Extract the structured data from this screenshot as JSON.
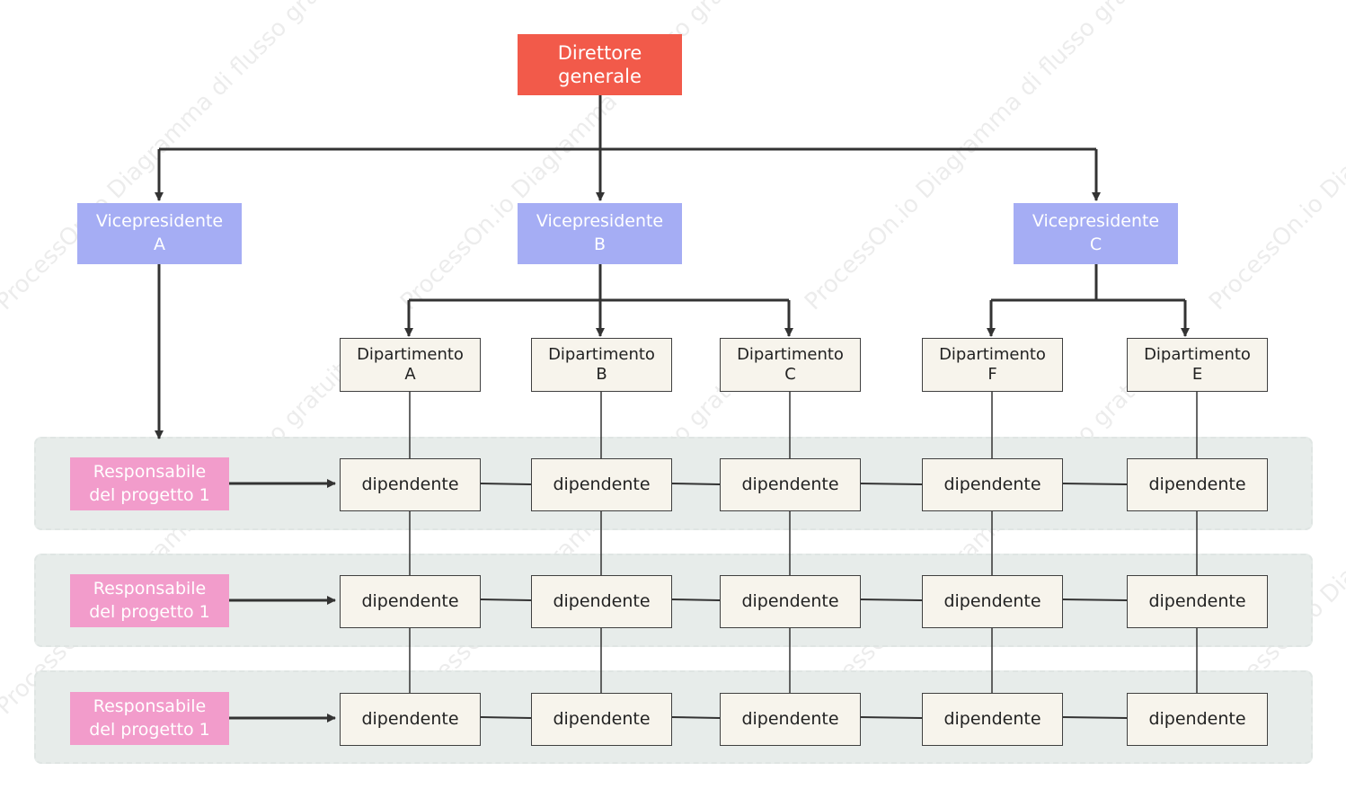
{
  "watermark_text": "ProcessOn.io Diagramma di flusso gratuito",
  "ceo": {
    "line1": "Direttore",
    "line2": "generale"
  },
  "vps": [
    {
      "line1": "Vicepresidente",
      "line2": "A"
    },
    {
      "line1": "Vicepresidente",
      "line2": "B"
    },
    {
      "line1": "Vicepresidente",
      "line2": "C"
    }
  ],
  "departments": [
    {
      "line1": "Dipartimento",
      "line2": "A"
    },
    {
      "line1": "Dipartimento",
      "line2": "B"
    },
    {
      "line1": "Dipartimento",
      "line2": "C"
    },
    {
      "line1": "Dipartimento",
      "line2": "F"
    },
    {
      "line1": "Dipartimento",
      "line2": "E"
    }
  ],
  "project_managers": [
    {
      "line1": "Responsabile",
      "line2": "del progetto 1"
    },
    {
      "line1": "Responsabile",
      "line2": "del progetto 1"
    },
    {
      "line1": "Responsabile",
      "line2": "del progetto 1"
    }
  ],
  "employee_label": "dipendente",
  "colors": {
    "ceo": "#f25a4a",
    "vp": "#a5adf4",
    "department": "#f7f4ec",
    "project_manager": "#f29ccb",
    "lane": "#e7ecea",
    "connector": "#333333"
  }
}
